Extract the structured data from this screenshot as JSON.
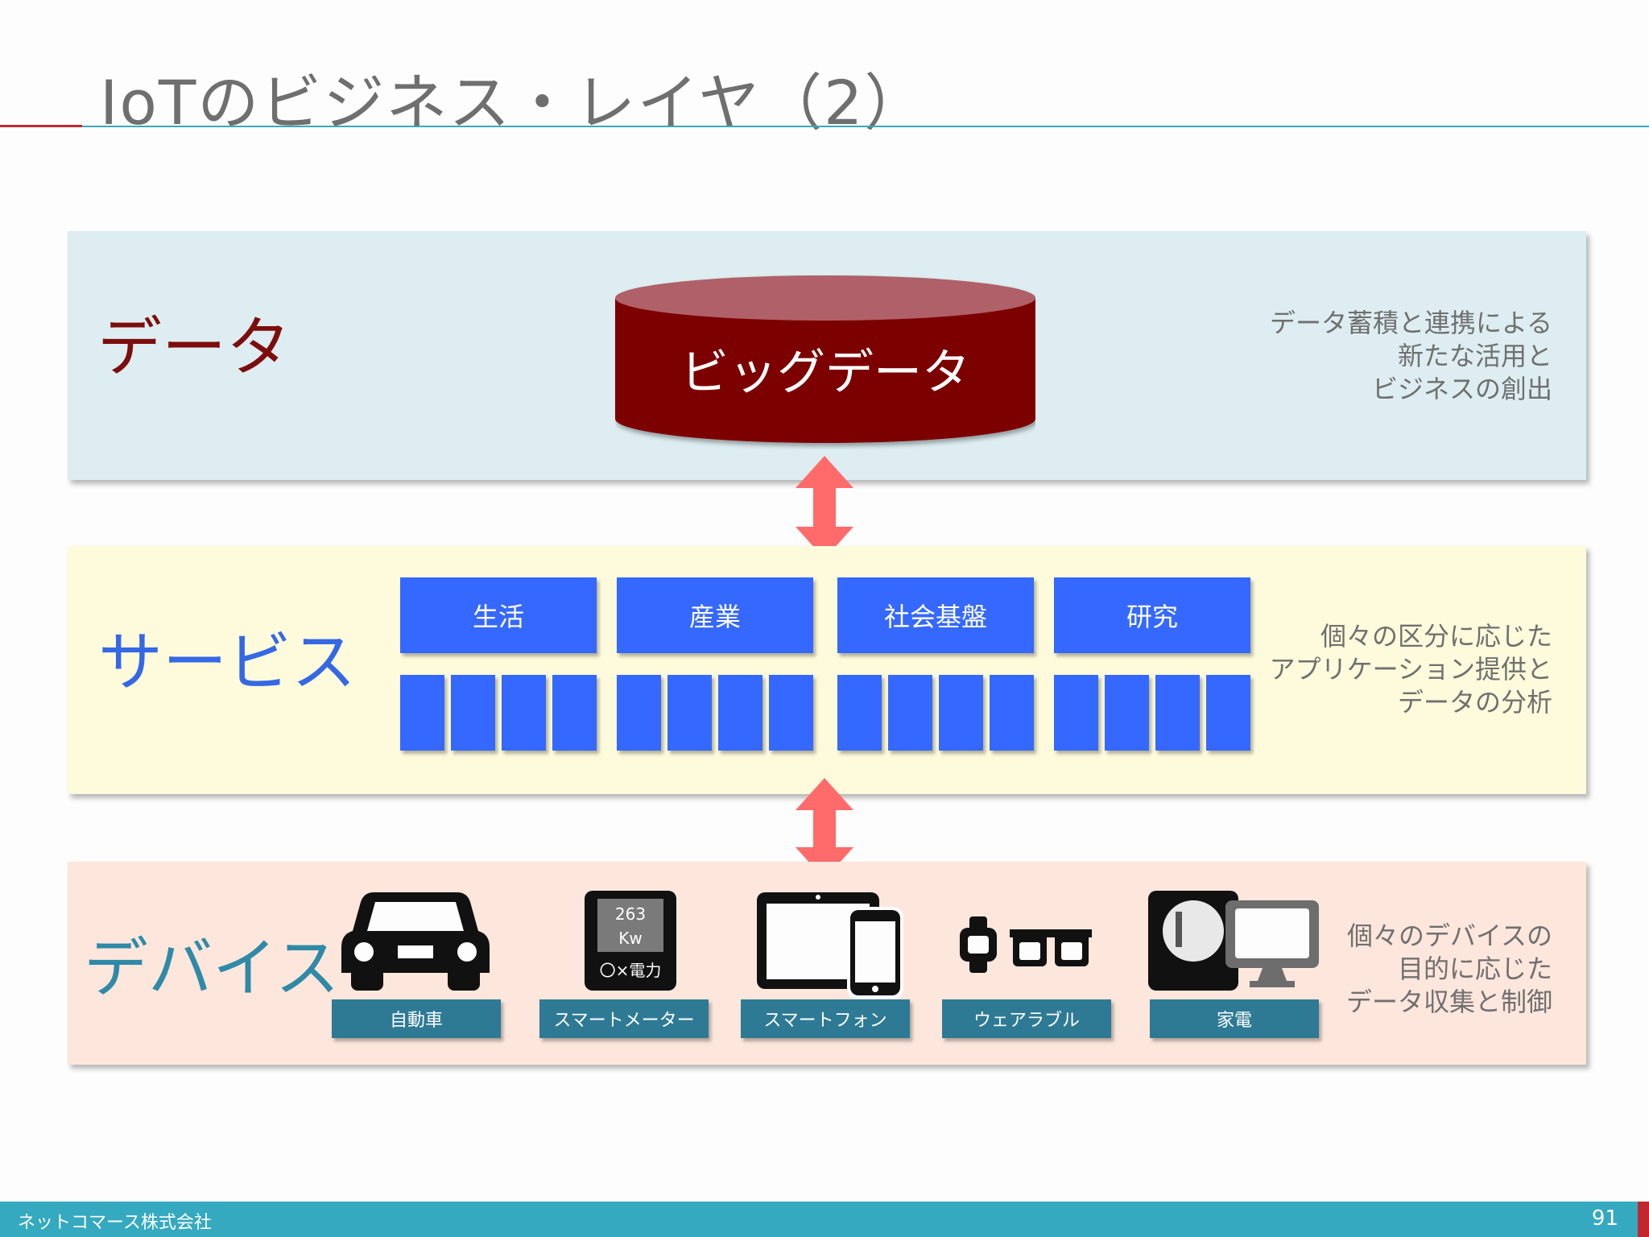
{
  "title": "IoTのビジネス・レイヤ（2）",
  "layers": {
    "data": {
      "label": "データ",
      "center_label": "ビッグデータ",
      "description": "データ蓄積と連携による\n新たな活用と\nビジネスの創出"
    },
    "service": {
      "label": "サービス",
      "categories": [
        "生活",
        "産業",
        "社会基盤",
        "研究"
      ],
      "description": "個々の区分に応じた\nアプリケーション提供と\nデータの分析"
    },
    "device": {
      "label": "デバイス",
      "devices": [
        "自動車",
        "スマートメーター",
        "スマートフォン",
        "ウェアラブル",
        "家電"
      ],
      "meter_value": "263",
      "meter_unit": "Kw",
      "meter_caption": "〇×電力",
      "description": "個々のデバイスの\n目的に応じた\nデータ収集と制御"
    }
  },
  "footer": {
    "company": "ネットコマース株式会社",
    "page": "91"
  },
  "colors": {
    "data_band": "#ddedf1",
    "service_band": "#fdfbdb",
    "device_band": "#fde6dc",
    "bigdata": "#7d0000",
    "service_blue": "#3568fe",
    "device_label": "#2e7a95",
    "arrow": "#ff6b6b",
    "footer": "#35a9c0"
  },
  "icons": [
    "car-icon",
    "smart-meter-icon",
    "tablet-icon",
    "smartphone-icon",
    "watch-icon",
    "glasses-icon",
    "meter-appliance-icon",
    "monitor-icon"
  ]
}
